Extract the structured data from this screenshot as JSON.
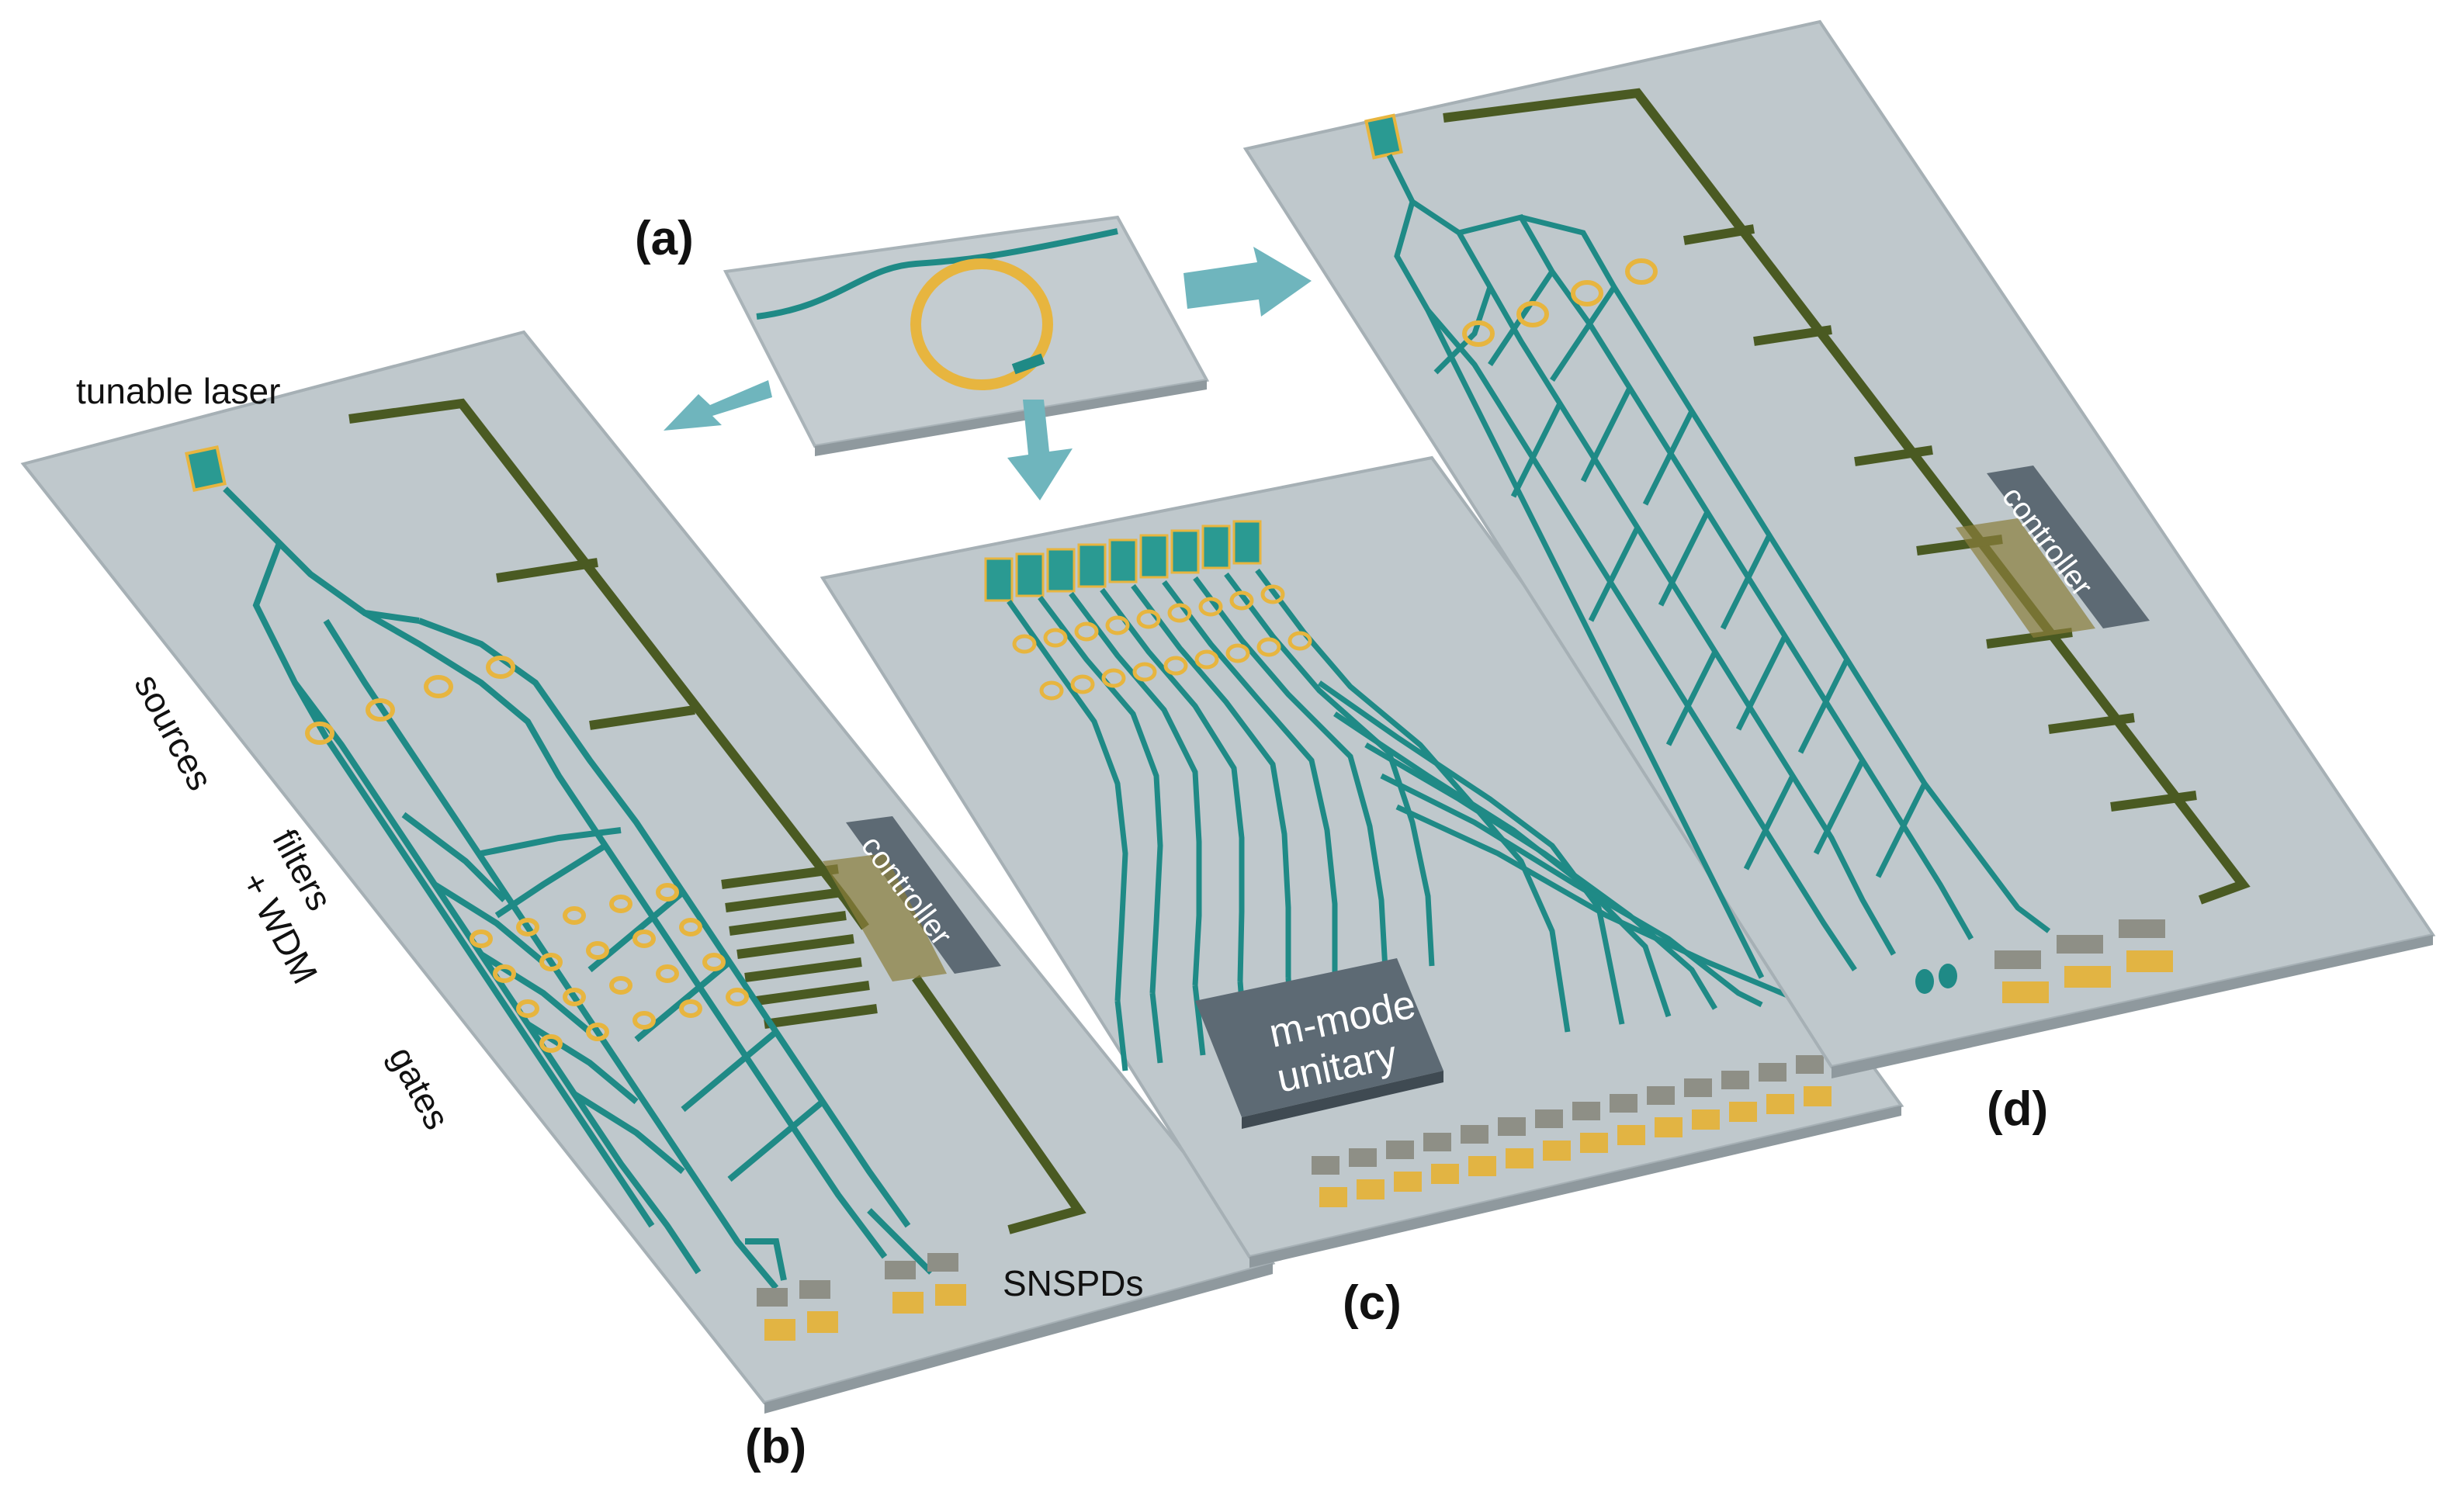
{
  "panels": {
    "a": "(a)",
    "b": "(b)",
    "c": "(c)",
    "d": "(d)"
  },
  "labels": {
    "tunable_laser": "tunable laser",
    "sources": "sources",
    "filters": "filters",
    "wdm": "+ WDM",
    "gates": "gates",
    "snspds": "SNSPDs",
    "controller": "controller",
    "unitary_line1": "m-mode",
    "unitary_line2": "unitary"
  },
  "colors": {
    "chip": "#bfc8cc",
    "chip_edge": "#a6b0b5",
    "waveguide": "#1f8a86",
    "ring": "#e7b53f",
    "wire": "#4a5a22",
    "block": "#5d6a74",
    "arrow": "#6fb5bd",
    "pad": "#e2b443"
  }
}
